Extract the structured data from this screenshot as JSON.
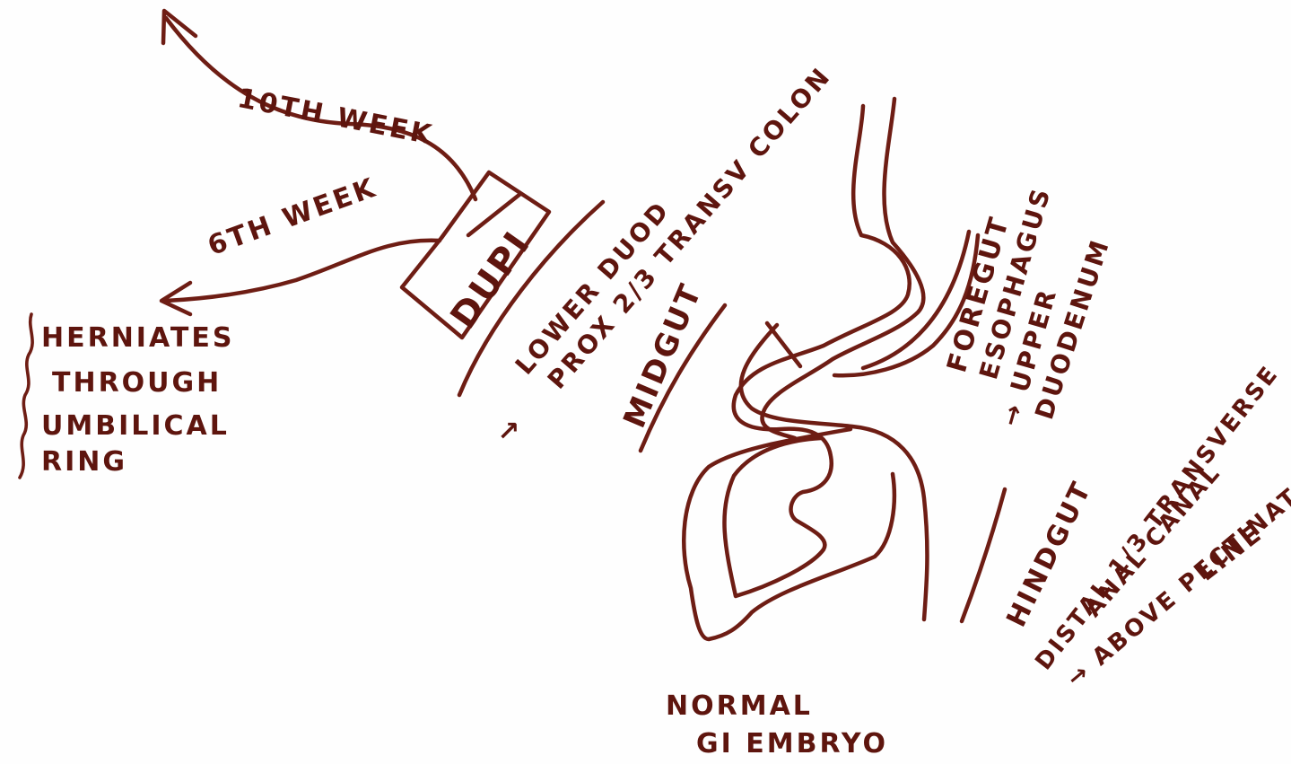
{
  "diagram": {
    "colors": {
      "ink": "#6e1d14",
      "text": "#5e150e",
      "paper": "#fefefe"
    },
    "labels": {
      "week10": "10TH WEEK",
      "week6": "6TH WEEK",
      "herniation": [
        "HERNIATES",
        "THROUGH",
        "UMBILICAL",
        "RING"
      ],
      "box": "DUPI",
      "midgut_parts": [
        "LOWER DUOD",
        "PROX 2/3 TRANSV COLON",
        "→"
      ],
      "midgut": "MIDGUT",
      "foregut": [
        "FOREGUT",
        "ESOPHAGUS",
        "→ UPPER",
        "DUODENUM"
      ],
      "hindgut": [
        "HINDGUT",
        "DISTAL 1/3 TRANSVERSE",
        "ANAL CANAL",
        "→ ABOVE PECTINATE",
        "LINE"
      ],
      "caption": [
        "NORMAL",
        "GI EMBRYO"
      ]
    }
  }
}
